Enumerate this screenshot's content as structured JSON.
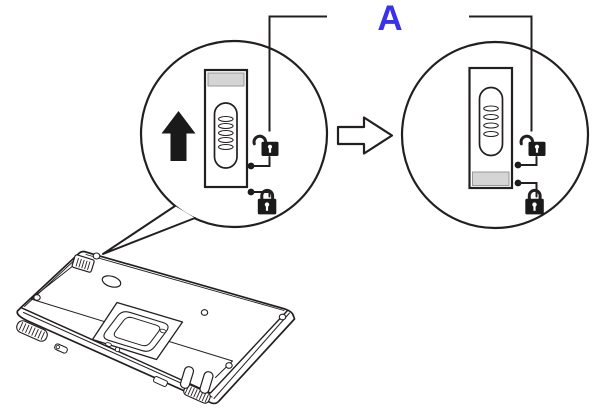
{
  "labels": {
    "callout": "A"
  },
  "colors": {
    "line": "#231f20",
    "label_blue": "#3a31ea",
    "switch_gray": "#d5d5d5",
    "icon_fill": "#1a1a1a",
    "background": "#ffffff"
  },
  "diagram": {
    "left_view": {
      "icons": [
        "up-arrow-icon",
        "slider-switch",
        "unlock-icon",
        "lock-icon"
      ]
    },
    "transition": {
      "icon": "right-block-arrow-icon"
    },
    "right_view": {
      "icons": [
        "slider-switch",
        "unlock-icon",
        "lock-icon"
      ]
    },
    "base": {
      "illustration": "laptop-bottom-view"
    }
  }
}
